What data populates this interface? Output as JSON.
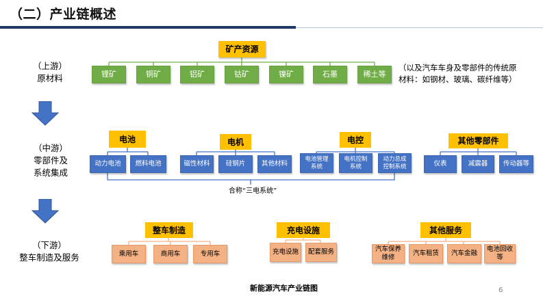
{
  "title": "（二）产业链概述",
  "stages": {
    "upstream": [
      "（上游）",
      "原材料"
    ],
    "midstream": [
      "（中游）",
      "零部件及",
      "系统集成"
    ],
    "downstream": [
      "（下游）",
      "整车制造及服务"
    ]
  },
  "upstream": {
    "root": "矿产资源",
    "items": [
      "锂矿",
      "铜矿",
      "铝矿",
      "钴矿",
      "镍矿",
      "石墨",
      "稀土等"
    ],
    "note": [
      "（以及汽车车身及零部件的传统原",
      "材料：如钢材、玻璃、碳纤维等）"
    ]
  },
  "midstream": {
    "groups": [
      {
        "label": "电池",
        "items": [
          "动力电池",
          "燃料电池"
        ]
      },
      {
        "label": "电机",
        "items": [
          "磁性材料",
          "硅钢片",
          "其他材料"
        ]
      },
      {
        "label": "电控",
        "items": [
          "电池管理系统",
          "电机控制系统",
          "动力总成控制系统"
        ]
      },
      {
        "label": "其他零部件",
        "items": [
          "仪表",
          "减震器",
          "传动器等"
        ]
      }
    ],
    "collective_label": "合称“三电系统”"
  },
  "downstream": {
    "groups": [
      {
        "label": "整车制造",
        "items": [
          "乘用车",
          "商用车",
          "专用车"
        ]
      },
      {
        "label": "充电设施",
        "items": [
          "充电设施",
          "配套服务"
        ]
      },
      {
        "label": "其他服务",
        "items": [
          "汽车保养维修",
          "汽车租赁",
          "汽车金融",
          "电池回收等"
        ]
      }
    ]
  },
  "caption": "新能源汽车产业链图",
  "page_number": "6",
  "colors": {
    "title_bar": "#1f3864",
    "root_box": "#ffc000",
    "upstream_items": "#70ad47",
    "midstream_items": "#4472c4",
    "downstream_items": "#f4b183",
    "arrow": "#4472c4",
    "connector_green": "#70ad47",
    "connector_blue": "#4472c4",
    "connector_salmon": "#f4b183"
  }
}
